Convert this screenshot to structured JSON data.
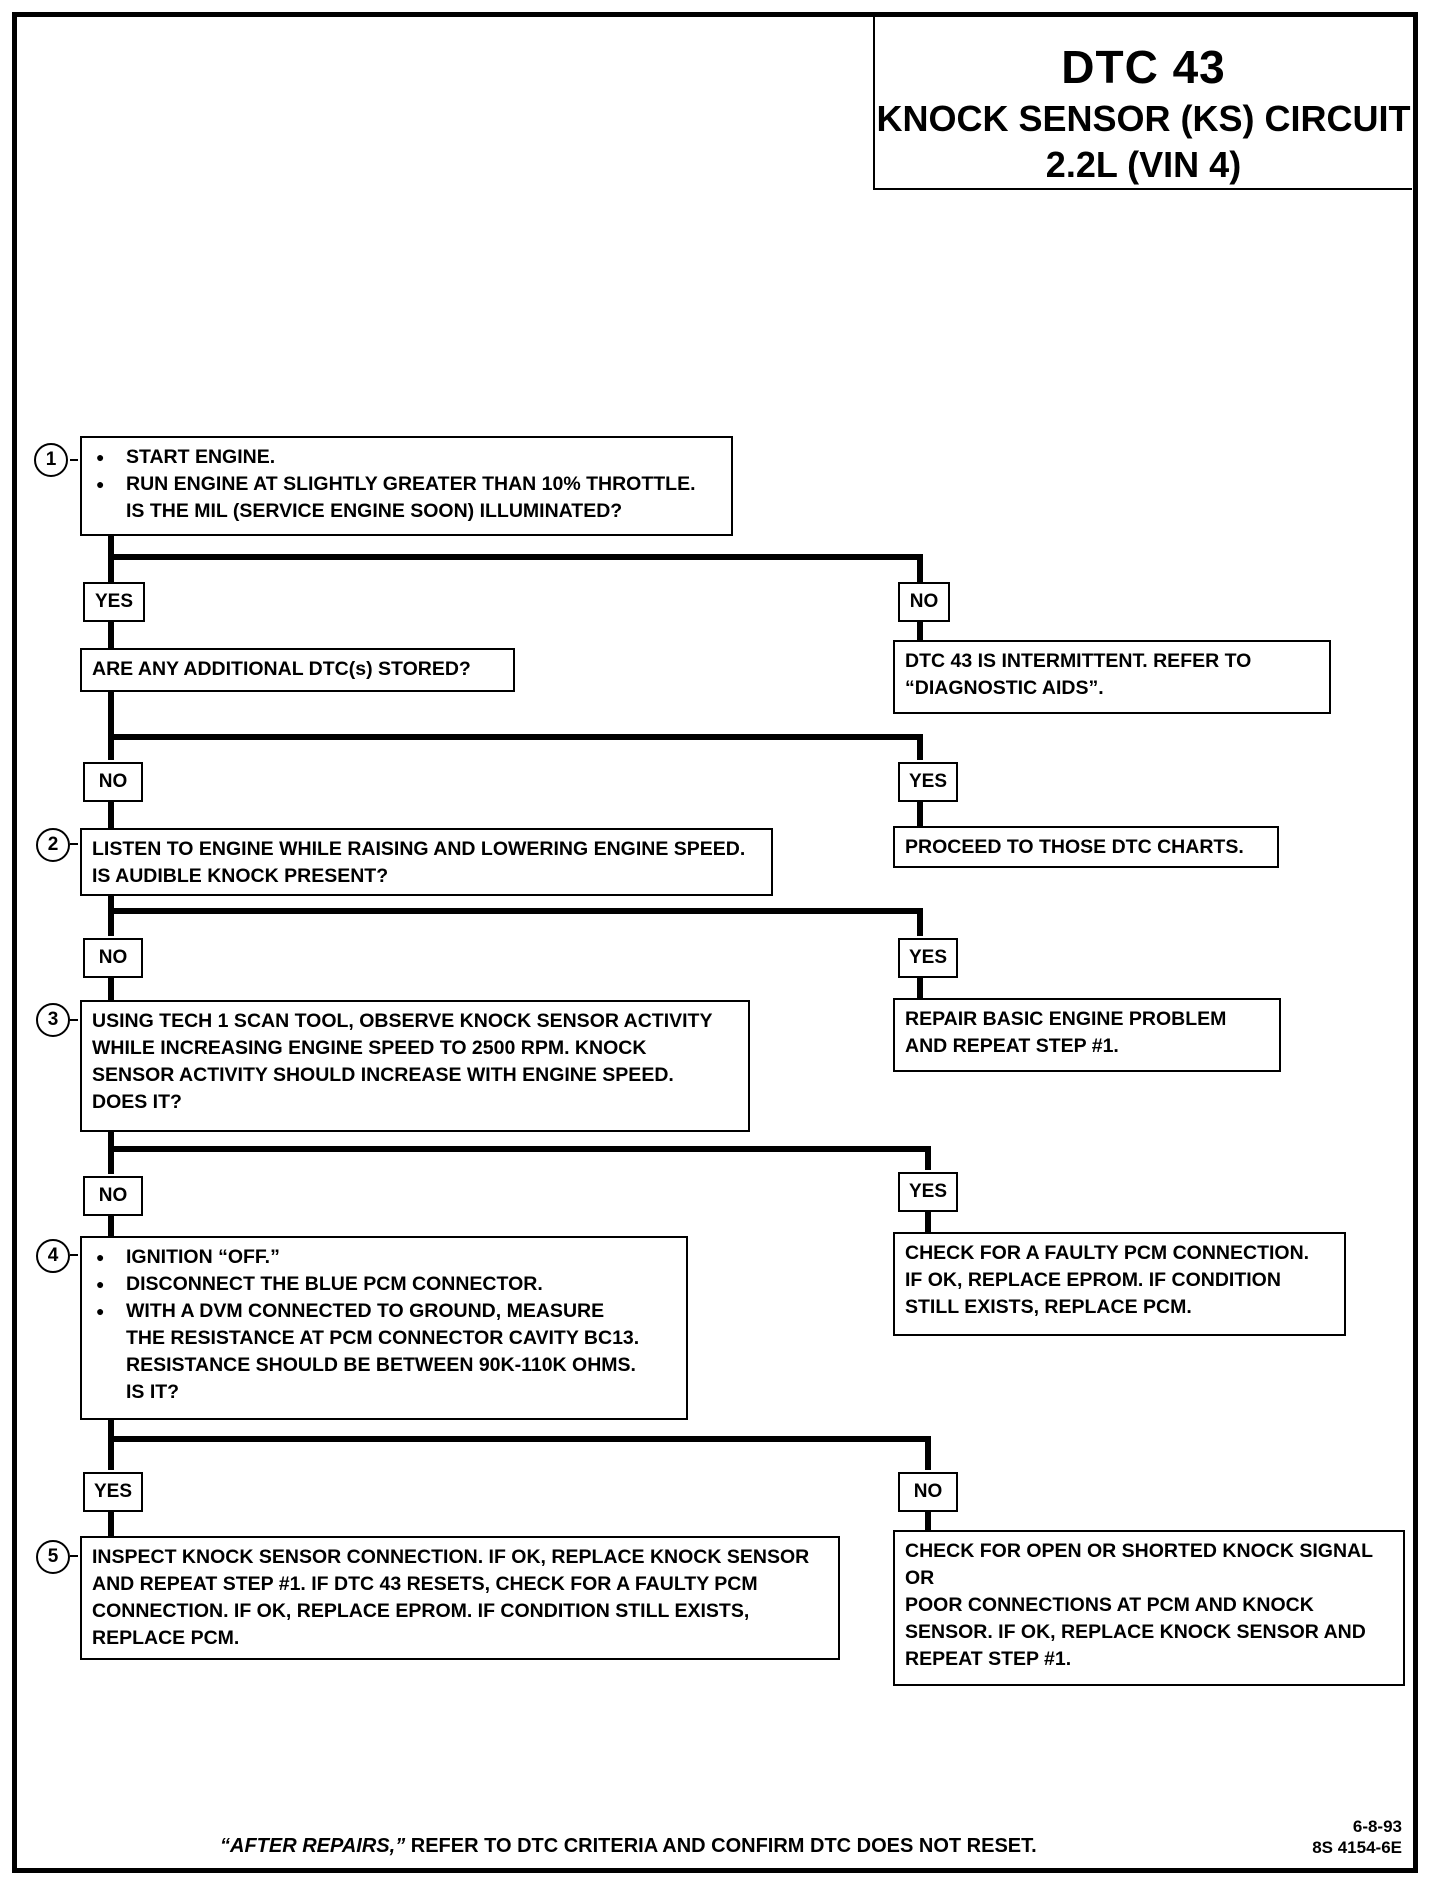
{
  "header": {
    "title": "DTC 43",
    "subtitle_line1": "KNOCK SENSOR (KS) CIRCUIT",
    "subtitle_line2": "2.2L  (VIN 4)"
  },
  "steps": {
    "s1": "1",
    "s2": "2",
    "s3": "3",
    "s4": "4",
    "s5": "5"
  },
  "boxes": {
    "step1": {
      "bullets": [
        "START ENGINE.",
        "RUN ENGINE AT SLIGHTLY GREATER THAN 10% THROTTLE."
      ],
      "question": "IS THE MIL (SERVICE ENGINE SOON) ILLUMINATED?"
    },
    "additional_dtc": "ARE ANY ADDITIONAL DTC(s) STORED?",
    "intermittent": [
      "DTC 43 IS INTERMITTENT.  REFER TO",
      "“DIAGNOSTIC AIDS”."
    ],
    "step2": [
      "LISTEN TO ENGINE WHILE RAISING AND LOWERING ENGINE SPEED.",
      "IS AUDIBLE KNOCK PRESENT?"
    ],
    "proceed": "PROCEED TO THOSE DTC CHARTS.",
    "step3": [
      "USING TECH 1 SCAN TOOL, OBSERVE KNOCK SENSOR ACTIVITY",
      "WHILE INCREASING ENGINE SPEED TO 2500 RPM.  KNOCK",
      "SENSOR ACTIVITY SHOULD INCREASE WITH ENGINE SPEED.",
      "DOES IT?"
    ],
    "repair_basic": [
      "REPAIR BASIC ENGINE PROBLEM",
      "AND REPEAT STEP #1."
    ],
    "step4": {
      "bullets": [
        "IGNITION “OFF.”",
        "DISCONNECT THE BLUE PCM CONNECTOR.",
        "WITH A DVM CONNECTED TO GROUND, MEASURE"
      ],
      "continuation": [
        "THE RESISTANCE AT PCM CONNECTOR CAVITY BC13.",
        "RESISTANCE SHOULD BE BETWEEN 90K-110K OHMS.",
        "IS IT?"
      ]
    },
    "faulty_pcm": [
      "CHECK FOR A FAULTY PCM CONNECTION.",
      "IF OK, REPLACE EPROM.  IF CONDITION",
      "STILL EXISTS, REPLACE PCM."
    ],
    "step5": [
      "INSPECT KNOCK SENSOR CONNECTION.  IF OK, REPLACE KNOCK SENSOR",
      "AND REPEAT STEP #1.  IF DTC 43 RESETS, CHECK FOR A FAULTY PCM",
      "CONNECTION.  IF OK, REPLACE EPROM.  IF CONDITION STILL EXISTS,",
      "REPLACE PCM."
    ],
    "open_shorted": [
      "CHECK FOR OPEN OR SHORTED KNOCK SIGNAL",
      "OR",
      "POOR CONNECTIONS AT PCM AND KNOCK",
      "SENSOR.  IF OK, REPLACE KNOCK SENSOR AND",
      "REPEAT STEP #1."
    ]
  },
  "labels": {
    "yes": "YES",
    "no": "NO"
  },
  "footer": {
    "italic": "“AFTER REPAIRS,”",
    "rest": " REFER TO DTC CRITERIA AND CONFIRM DTC DOES NOT  RESET.",
    "date": "6-8-93",
    "code": "8S 4154-6E"
  }
}
